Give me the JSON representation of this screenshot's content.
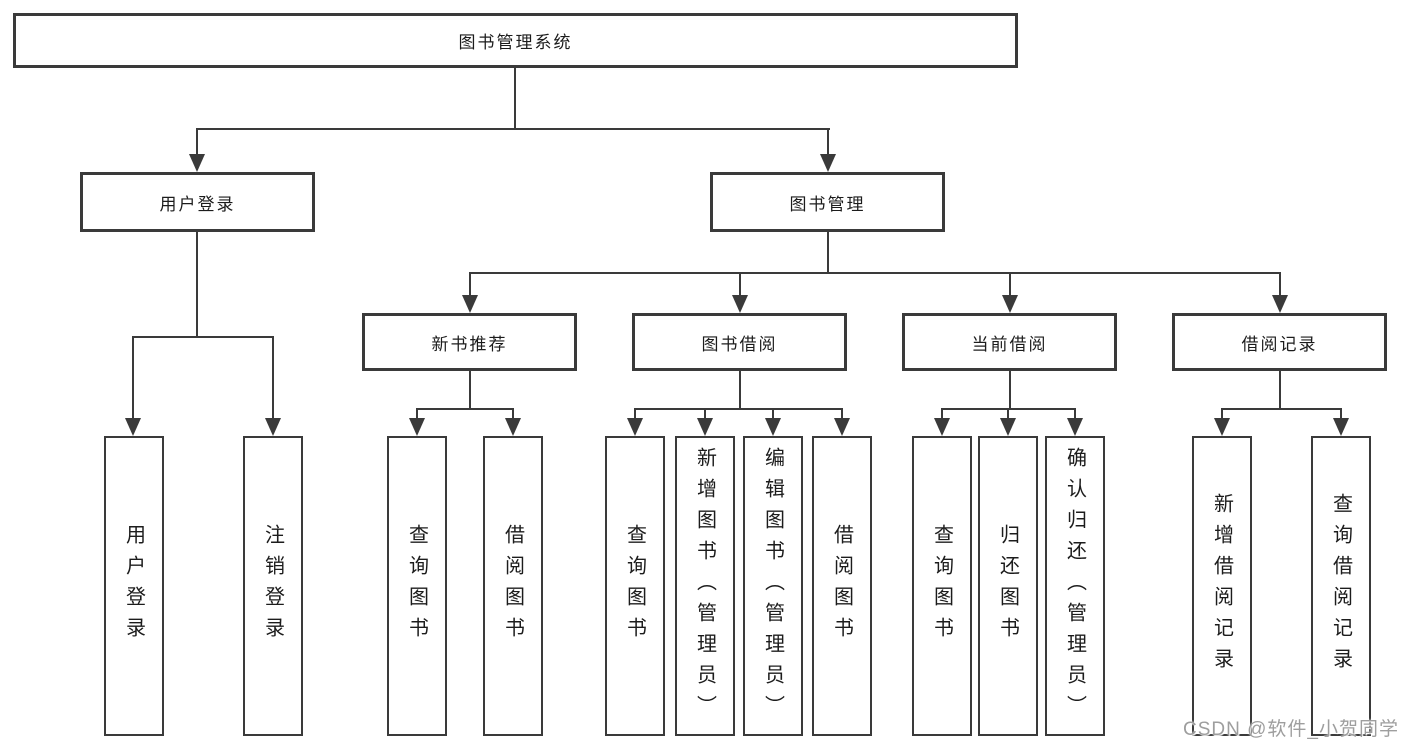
{
  "diagram_title": "图书管理系统",
  "nodes": {
    "root": "图书管理系统",
    "user_login": "用户登录",
    "book_mgmt": "图书管理",
    "new_book_rec": "新书推荐",
    "book_borrow": "图书借阅",
    "current_borrow": "当前借阅",
    "borrow_records": "借阅记录",
    "leaf_user_login": "用户登录",
    "leaf_logout": "注销登录",
    "leaf_query_book_a": "查询图书",
    "leaf_borrow_book_a": "借阅图书",
    "leaf_query_book_b": "查询图书",
    "leaf_add_book_admin": "新增图书（管理员）",
    "leaf_edit_book_admin": "编辑图书（管理员）",
    "leaf_borrow_book_b": "借阅图书",
    "leaf_query_book_c": "查询图书",
    "leaf_return_book": "归还图书",
    "leaf_confirm_return_admin": "确认归还（管理员）",
    "leaf_add_borrow_record": "新增借阅记录",
    "leaf_query_borrow_record": "查询借阅记录"
  },
  "watermark": "CSDN @软件_小贺同学",
  "colors": {
    "line": "#3a3a3a",
    "border": "#3a3a3a",
    "text": "#1c1c1c",
    "watermark": "#9e9e9e"
  }
}
